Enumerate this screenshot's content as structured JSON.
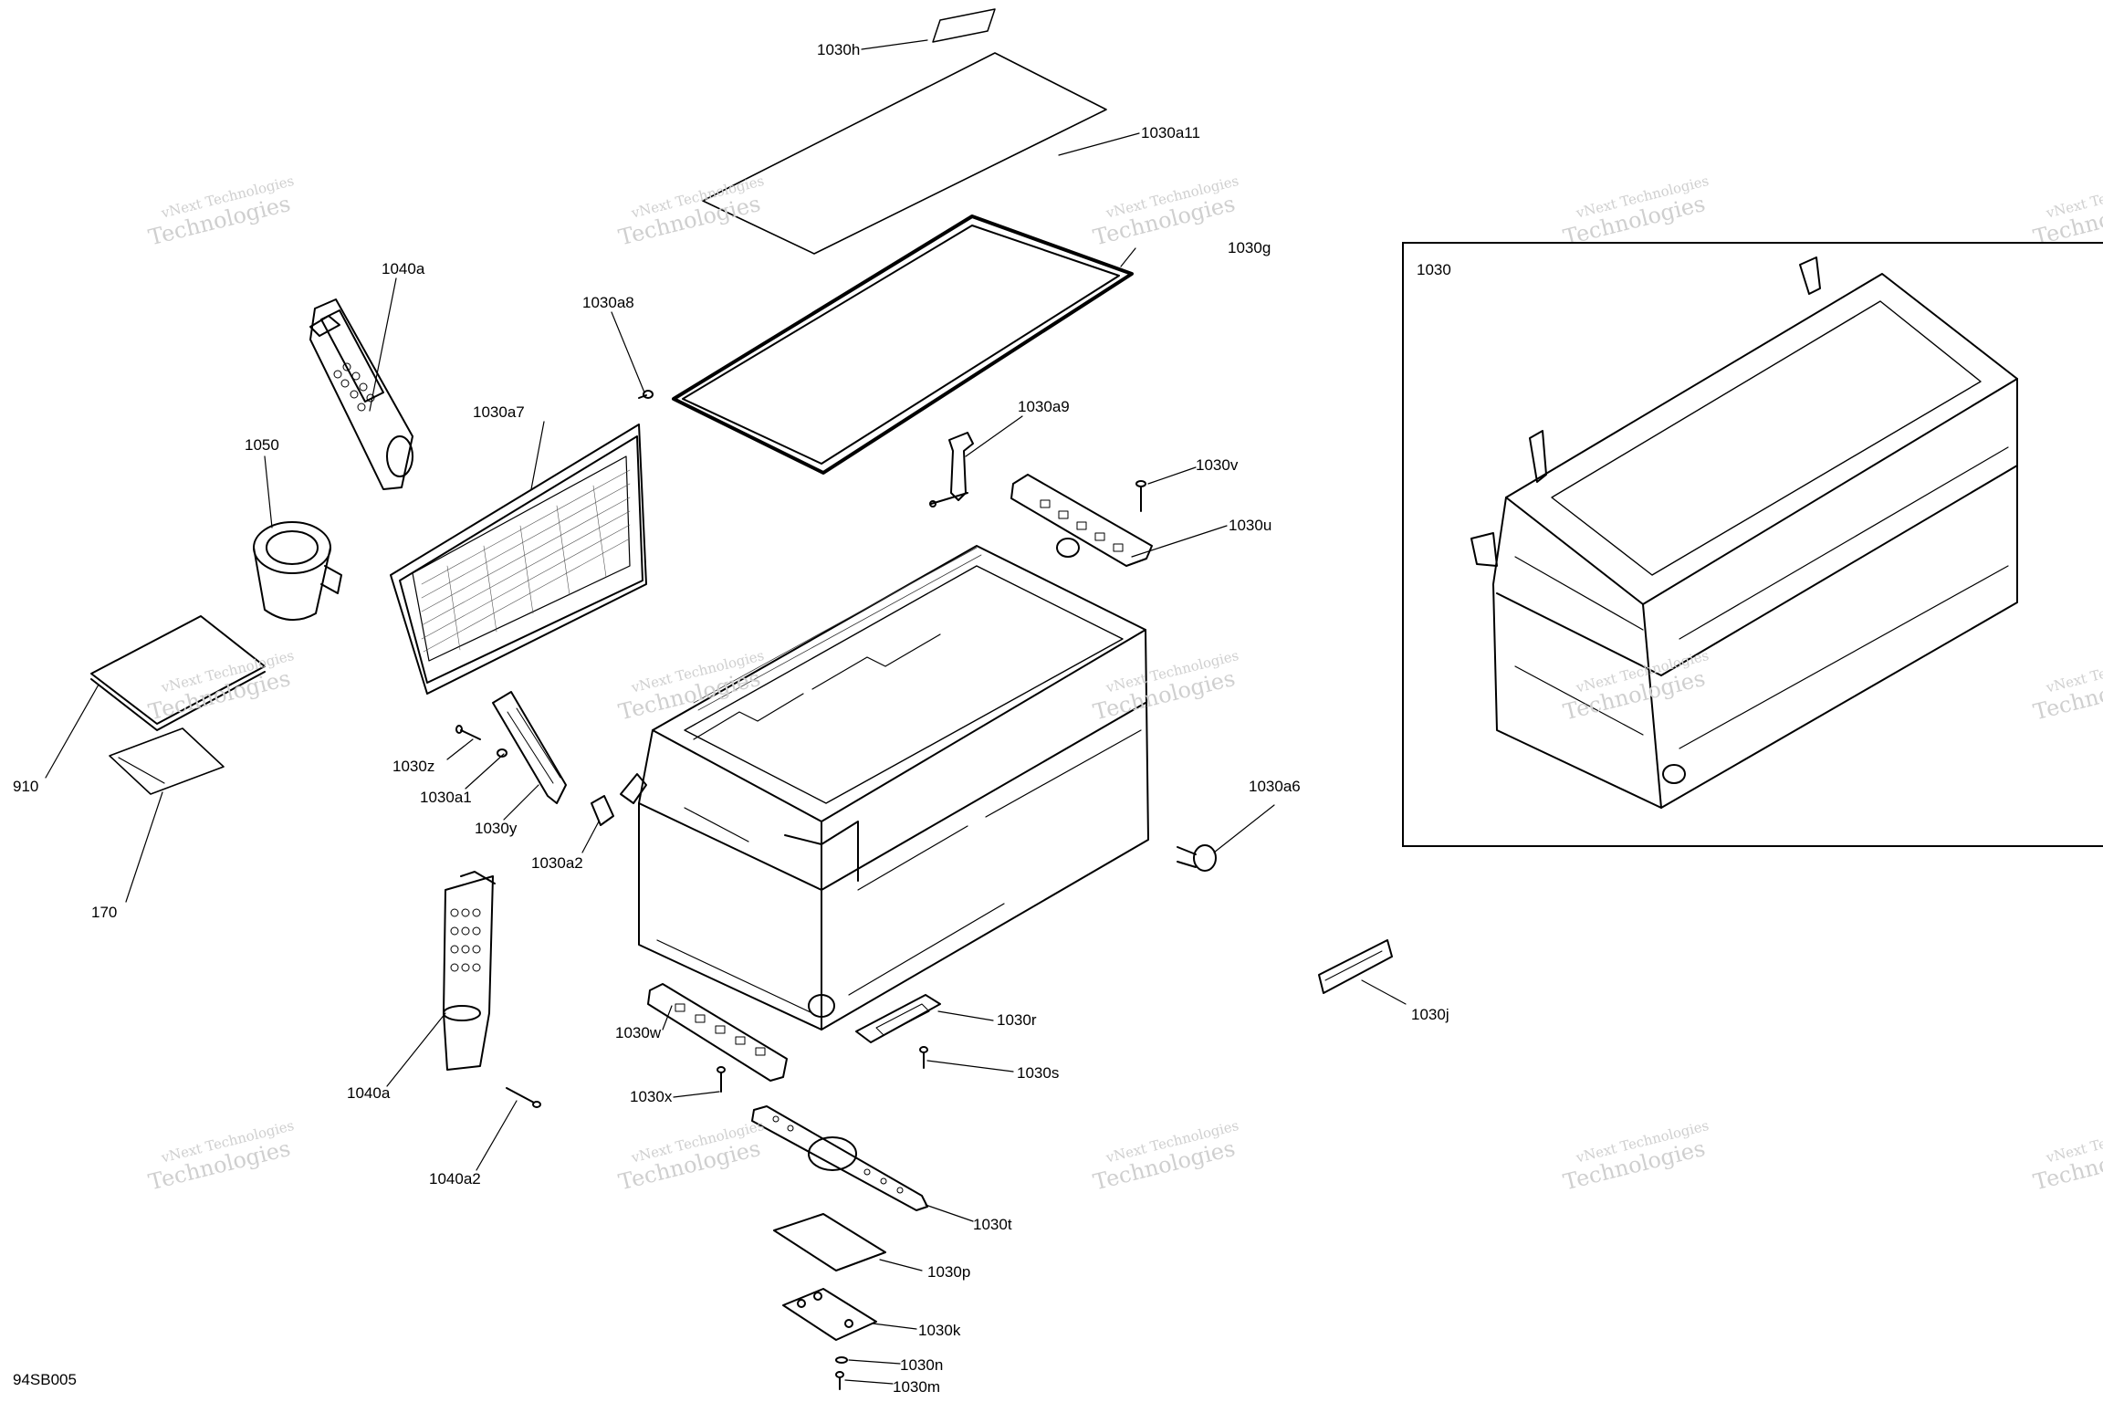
{
  "diagram": {
    "code": "94SB005",
    "inset_title": "1030",
    "watermark": {
      "line1": "vNext Technologies",
      "line2": "Technologies",
      "back": "vNext"
    },
    "callouts": {
      "c1030h": "1030h",
      "c1030a11": "1030a11",
      "c1030g": "1030g",
      "c1040a_top": "1040a",
      "c1030a8": "1030a8",
      "c1030a7": "1030a7",
      "c1030a9": "1030a9",
      "c1050": "1050",
      "c1030v": "1030v",
      "c1030u": "1030u",
      "c910": "910",
      "c1030z": "1030z",
      "c1030a1": "1030a1",
      "c1030y": "1030y",
      "c1030a2": "1030a2",
      "c1030a6": "1030a6",
      "c170": "170",
      "c1030j": "1030j",
      "c1030w": "1030w",
      "c1030r": "1030r",
      "c1030s": "1030s",
      "c1030x": "1030x",
      "c1040a_bottom": "1040a",
      "c1040a2": "1040a2",
      "c1030t": "1030t",
      "c1030p": "1030p",
      "c1030k": "1030k",
      "c1030n": "1030n",
      "c1030m": "1030m"
    }
  }
}
